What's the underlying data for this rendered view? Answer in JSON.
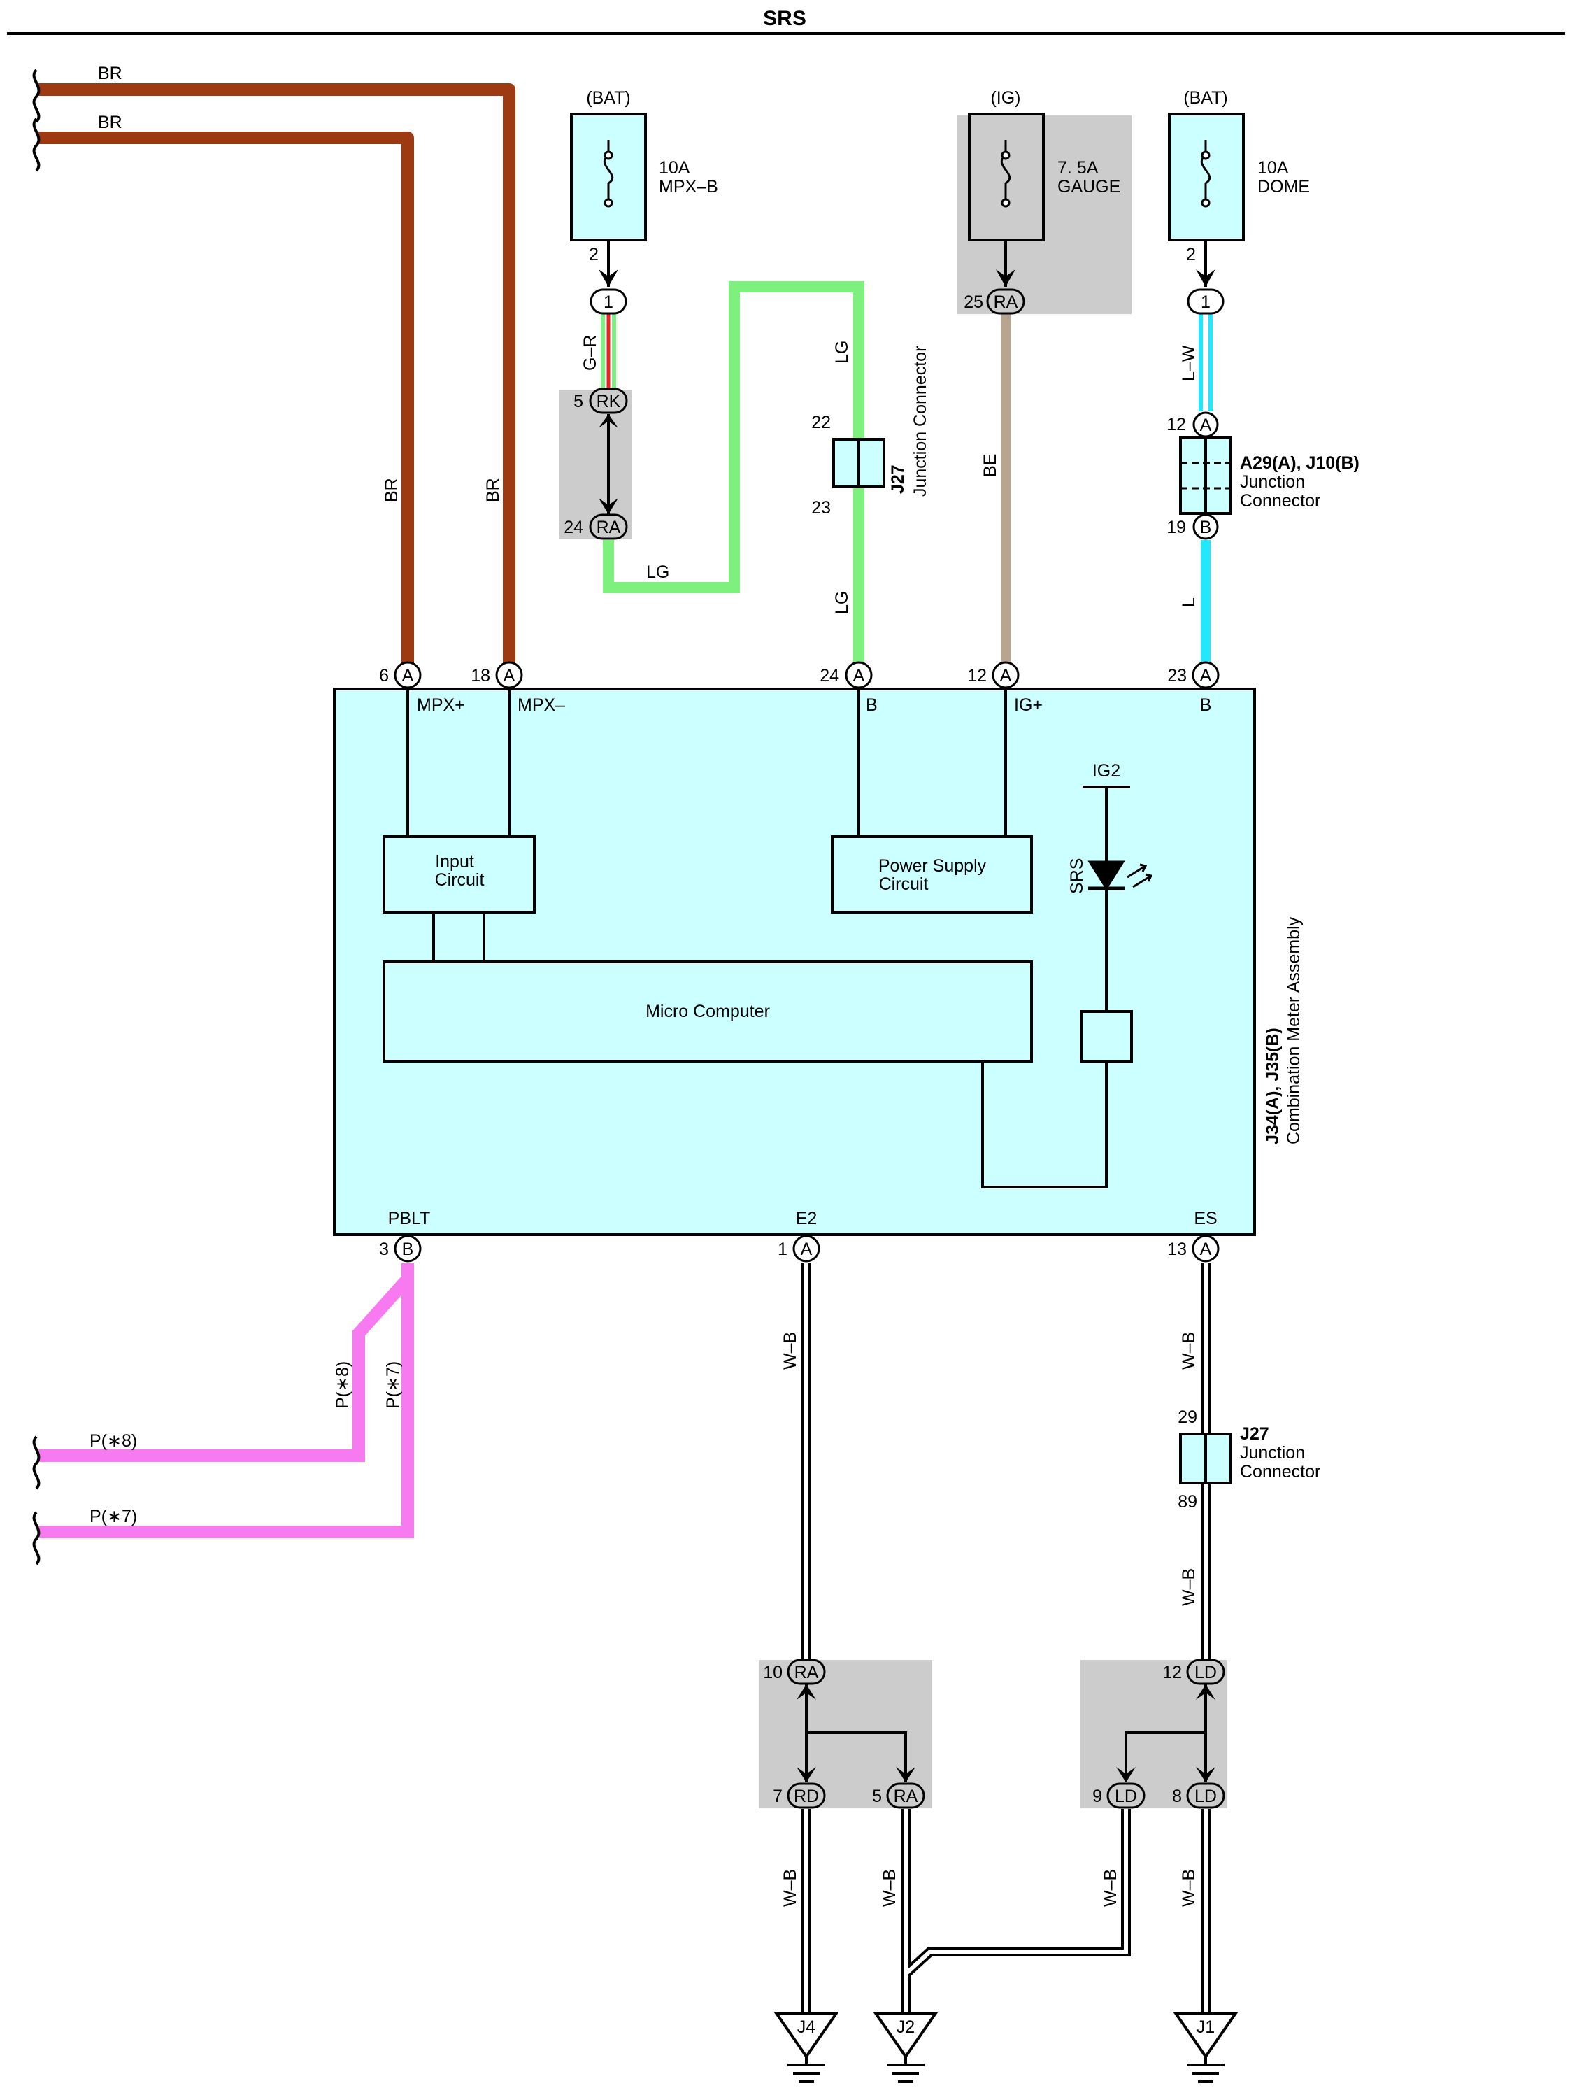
{
  "title": "SRS",
  "wires": {
    "br": "BR",
    "lg": "LG",
    "g_r": "G–R",
    "be": "BE",
    "l_w": "L–W",
    "l": "L",
    "p8": "P(∗8)",
    "p7": "P(∗7)",
    "w_b": "W–B"
  },
  "fuses": [
    {
      "source": "(BAT)",
      "rating": "10A",
      "name": "MPX–B",
      "pin": "2"
    },
    {
      "source": "(IG)",
      "rating": "7. 5A",
      "name": "GAUGE",
      "pin": "25"
    },
    {
      "source": "(BAT)",
      "rating": "10A",
      "name": "DOME",
      "pin": "2"
    }
  ],
  "connectors": {
    "c1": "1",
    "rk": "RK",
    "ra": "RA",
    "rd": "RD",
    "ld": "LD",
    "a": "A",
    "b": "B",
    "pins": {
      "p5": "5",
      "p24": "24",
      "p22": "22",
      "p23": "23",
      "p12": "12",
      "p19": "19",
      "p6": "6",
      "p18": "18",
      "p3": "3",
      "p1": "1",
      "p13": "13",
      "p29": "29",
      "p89": "89",
      "p10": "10",
      "p7": "7",
      "p9": "9",
      "p8": "8"
    }
  },
  "junctions": {
    "j27_id": "J27",
    "j27_label": "Junction Connector",
    "a29_id": "A29(A), J10(B)",
    "junction": "Junction",
    "connector": "Connector"
  },
  "assembly": {
    "id": "J34(A), J35(B)",
    "name": "Combination Meter Assembly",
    "terminals": {
      "mpx_plus": "MPX+",
      "mpx_minus": "MPX–",
      "b": "B",
      "ig_plus": "IG+",
      "pblt": "PBLT",
      "e2": "E2",
      "es": "ES",
      "ig2": "IG2",
      "srs": "SRS"
    },
    "blocks": {
      "input_1": "Input",
      "input_2": "Circuit",
      "power_1": "Power Supply",
      "power_2": "Circuit",
      "micro": "Micro Computer"
    }
  },
  "grounds": [
    "J4",
    "J2",
    "J1"
  ],
  "colors": {
    "brown": "#9e3a12",
    "light_green": "#7df07d",
    "beige": "#b8a590",
    "light_blue": "#22e8ff",
    "pink": "#f77af0",
    "component_fill": "#ccffff",
    "shade": "#cccccc"
  }
}
